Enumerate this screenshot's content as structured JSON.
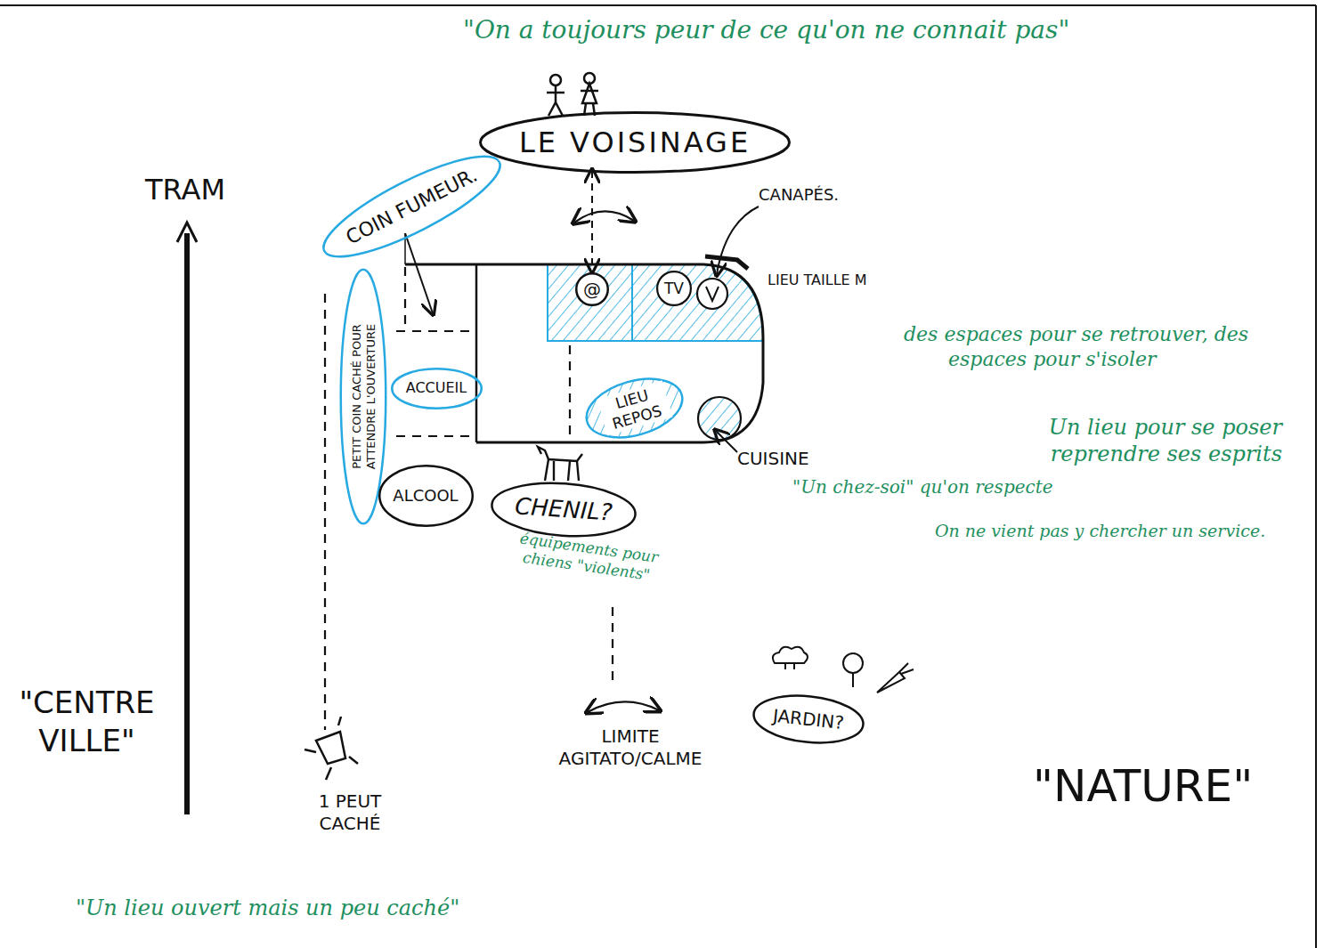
{
  "diagram": {
    "nodes": [
      {
        "text": [
          "LE VOISINAGE"
        ]
      },
      {
        "text": [
          "COIN FUMEUR."
        ]
      },
      {
        "text": [
          "PETIT COIN CACHÉ POUR ATTENDRE L'OUVERTURE"
        ]
      },
      {
        "text": [
          "@"
        ]
      },
      {
        "text": [
          "TV"
        ]
      },
      {
        "text": [
          "ACCUEIL"
        ]
      },
      {
        "text": [
          "LIEU REPOS"
        ]
      },
      {
        "text": [
          "ALCOOL"
        ]
      },
      {
        "text": [
          "CHENIL?"
        ]
      },
      {
        "text": [
          "JARDIN?"
        ]
      }
    ],
    "edges": [
      {
        "from": 0,
        "to": 3,
        "arrow": "both"
      }
    ],
    "labels": [
      "\"On a toujours peur de ce qu'on ne connait pas\"",
      "TRAM",
      "CANAPÉS.",
      "LIEU TAILLE M",
      "des espaces pour se retrouver, des espaces pour s'isoler",
      "Un lieu pour se poser reprendre ses esprits",
      "CUISINE",
      "\"Un chez-soi\" qu'on respecte",
      "On ne vient pas y chercher un service.",
      "équipements pour chiens \"violents\"",
      "\"CENTRE VILLE\"",
      "LIMITE AGITATO/CALME",
      "\"NATURE\"",
      "1 PEUT CACHÉ",
      "\"Un lieu ouvert mais un peu caché\""
    ]
  }
}
